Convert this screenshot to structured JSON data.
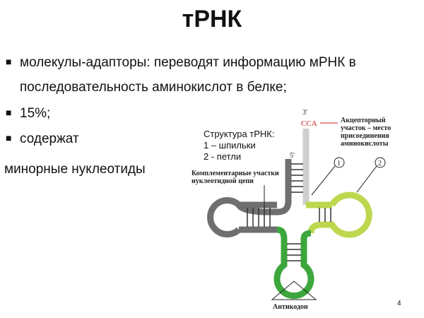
{
  "title": "тРНК",
  "bullets": {
    "line1": "молекулы-адапторы: переводят информацию мРНК в",
    "line2": "последовательность аминокислот в белке;",
    "line3": "15%;",
    "line4": "содержат",
    "line5": "минорные нуклеотиды"
  },
  "legend": {
    "heading": "Структура тРНК:",
    "item1": "1 – шпильки",
    "item2": "2 - петли"
  },
  "diagram": {
    "end3": "3'",
    "end5": "5'",
    "cca": "CCA",
    "acceptor_1": "Акцепторный",
    "acceptor_2": "участок – место",
    "acceptor_3": "присоединения",
    "acceptor_4": "аминокислоты",
    "compl_1": "Комплементарные участки",
    "compl_2": "нуклеотидной цепи",
    "circle1": "1",
    "circle2": "2",
    "anticodon": "Антикодон",
    "colors": {
      "gray": "#6f6f6f",
      "light_gray": "#cfcfcf",
      "green": "#3da63d",
      "lime": "#bdd74f",
      "red": "#cc1a1a"
    }
  },
  "page_number": "4"
}
